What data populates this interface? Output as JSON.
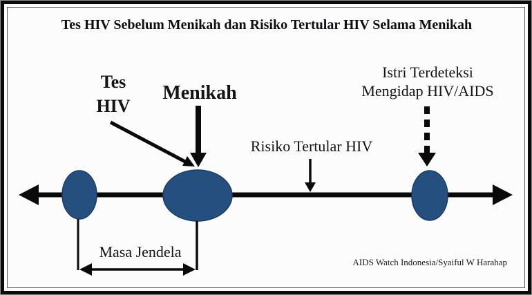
{
  "title": "Tes HIV Sebelum Menikah dan Risiko Tertular HIV Selama Menikah",
  "labels": {
    "tes_hiv": "Tes\nHIV",
    "menikah": "Menikah",
    "istri_terdeteksi": "Istri Terdeteksi\nMengidap HIV/AIDS",
    "risiko_tertular": "Risiko Tertular HIV",
    "masa_jendela": "Masa Jendela"
  },
  "attribution": "AIDS Watch Indonesia/Syaiful W Harahap",
  "timeline": {
    "type": "event-timeline",
    "events": [
      {
        "label": "Tes HIV",
        "marker": "small-ellipse"
      },
      {
        "label": "Menikah",
        "marker": "large-ellipse"
      },
      {
        "label": "Istri Terdeteksi Mengidap HIV/AIDS",
        "marker": "small-ellipse",
        "arrow_style": "dashed"
      }
    ],
    "segment_labels": [
      {
        "label": "Masa Jendela",
        "between": [
          "Tes HIV",
          "Menikah"
        ]
      },
      {
        "label": "Risiko Tertular HIV",
        "between": [
          "Menikah",
          "Istri Terdeteksi Mengidap HIV/AIDS"
        ]
      }
    ]
  },
  "colors": {
    "ellipse_fill": "#254F7E",
    "ellipse_stroke": "#1C3C63",
    "line": "#0A0A0A",
    "background": "#FCFCFC"
  }
}
